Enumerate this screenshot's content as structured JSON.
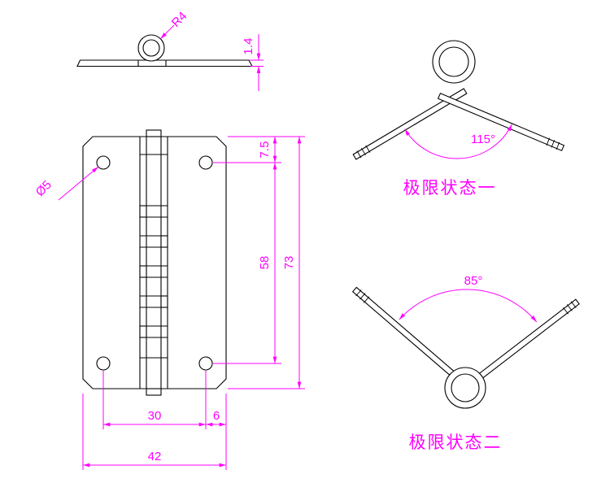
{
  "colors": {
    "dimension": "#FF00FF",
    "line": "#000000",
    "background": "#FFFFFF"
  },
  "side_view": {
    "coil_radius": "R4",
    "thickness": "1.4"
  },
  "front_view": {
    "hole_diameter": "Ø5",
    "hole_top_offset": "7.5",
    "hole_spacing_v": "58",
    "total_height": "73",
    "hole_spacing_h": "30",
    "hole_edge_offset": "6",
    "total_width": "42"
  },
  "limit_state_one": {
    "angle": "115°",
    "caption": "极限状态一"
  },
  "limit_state_two": {
    "angle": "85°",
    "caption": "极限状态二"
  }
}
